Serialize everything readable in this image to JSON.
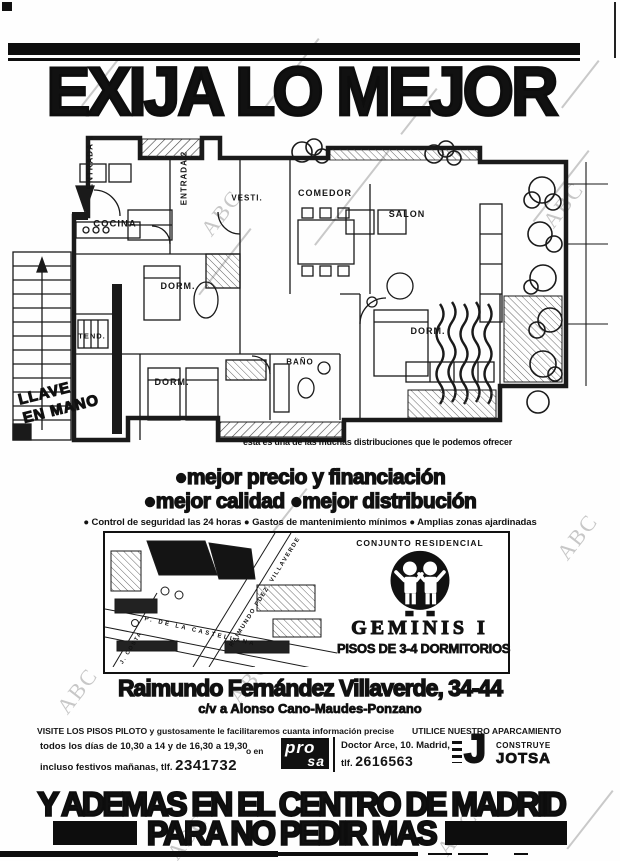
{
  "header": {
    "headline": "EXIJA LO MEJOR"
  },
  "floorplan": {
    "entrance1": "ENTRADA 1",
    "entrance2": "ENTRADA 2",
    "rooms": {
      "kitchen": "COCINA",
      "hall": "VESTI.",
      "dining": "COMEDOR",
      "living": "SALON",
      "bedroom1": "DORM.",
      "laundry": "TEND.",
      "bedroom2": "DORM.",
      "bath": "BAÑO",
      "bedroom3": "DORM."
    },
    "keys_note": {
      "line1": "LLAVE",
      "line2": "EN MANO"
    },
    "caption": "esta es una de las muchas distribuciones que le podemos ofrecer"
  },
  "claims": {
    "line1": "●mejor precio y financiación",
    "line2": "●mejor calidad ●mejor distribución",
    "features": "● Control de seguridad las 24 horas ● Gastos de mantenimiento mínimos ● Amplias zonas ajardinadas"
  },
  "location": {
    "streets": {
      "villaverde": "RAIMUNDO FDEZ. VILLAVERDE",
      "castellana": "P. DE LA CASTELLANA",
      "costa": "J. COSTA"
    }
  },
  "project": {
    "kicker": "CONJUNTO RESIDENCIAL",
    "name": "GEMINIS I",
    "tagline": "PISOS DE 3-4 DORMITORIOS",
    "logo": "gemini-twins-circle",
    "ink_color": "#111111"
  },
  "address": {
    "line1": "Raimundo Fernández Villaverde, 34-44",
    "line2": "c/v a Alonso Cano-Maudes-Ponzano"
  },
  "info": {
    "visit_bold": "VISITE LOS PISOS PILOTO",
    "visit_rest": " y gustosamente le facilitaremos cuanta información precise",
    "parking": "UTILICE NUESTRO APARCAMIENTO",
    "hours1": "todos los días de 10,30 a 14 y de 16,30 a 19,30",
    "hours2": "incluso festivos mañanas, tlf.",
    "phone1": "2341732",
    "or_in": "o en",
    "prosa_top": "pro",
    "prosa_bottom": "sa",
    "office": "Doctor Arce, 10. Madrid, 2",
    "tlf_label": "tlf.",
    "phone2": "2616563",
    "builder_letter": "J",
    "builder_action": "CONSTRUYE",
    "builder_name": "JOTSA"
  },
  "banner": {
    "line1": "Y ADEMAS EN EL CENTRO DE MADRID",
    "line2": "PARA NO PEDIR MAS"
  },
  "watermarks": [
    {
      "text": "ABC"
    },
    {
      "text": "ABC"
    },
    {
      "text": "ABC"
    },
    {
      "text": "ABC"
    },
    {
      "text": "ABC"
    },
    {
      "text": "ABC"
    },
    {
      "text": "ABC"
    }
  ]
}
